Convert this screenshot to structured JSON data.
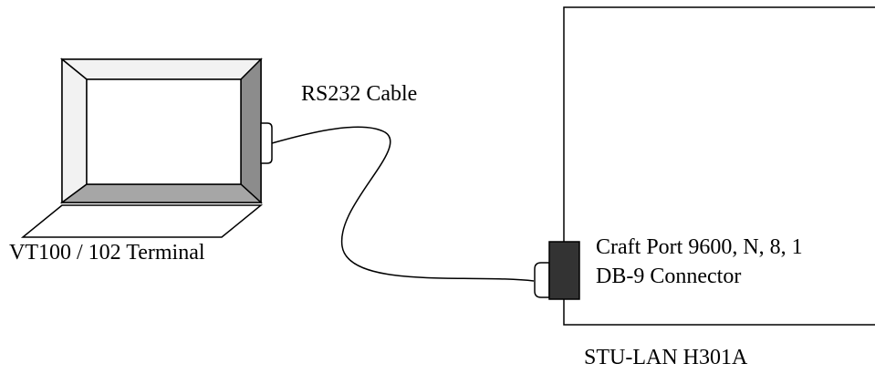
{
  "labels": {
    "cable": "RS232 Cable",
    "terminal": "VT100 / 102 Terminal",
    "craft_port": "Craft Port 9600, N, 8, 1",
    "connector": "DB-9 Connector",
    "device": "STU-LAN H301A"
  },
  "colors": {
    "stroke": "#000000",
    "bezel_top": "#f2f2f2",
    "bezel_right": "#8c8c8c",
    "bezel_bottom": "#a6a6a6",
    "screen": "#ffffff",
    "connector_fill": "#333333"
  },
  "icons": {
    "terminal": "laptop-icon",
    "device": "device-box",
    "cable": "rs232-cable",
    "connector": "db9-connector"
  }
}
